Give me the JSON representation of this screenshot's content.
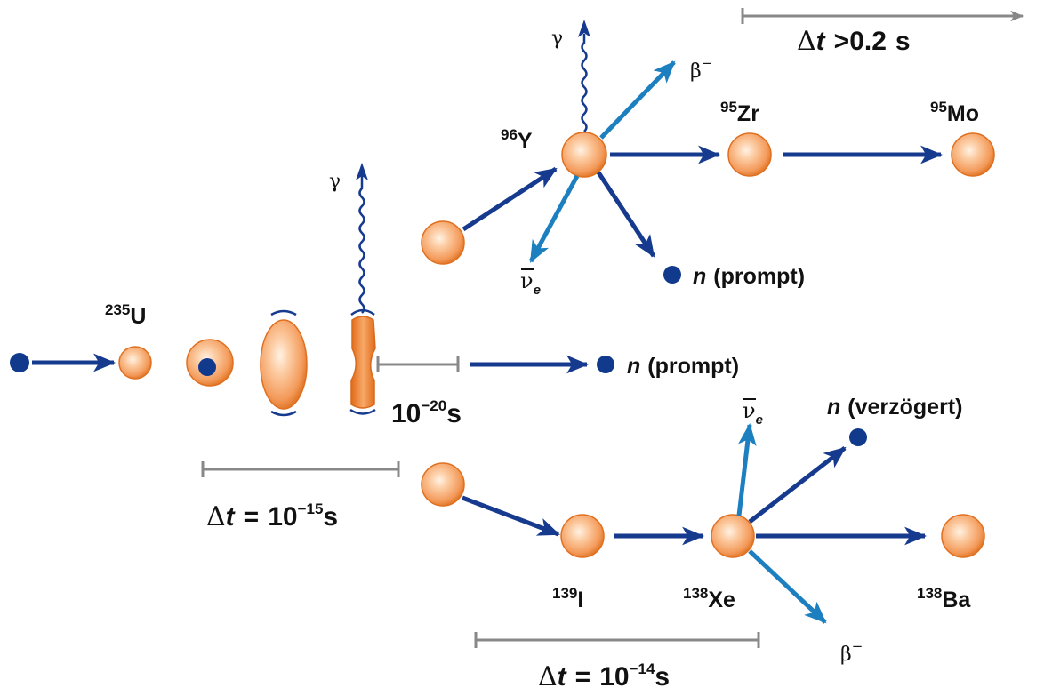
{
  "colors": {
    "nucleus_light": "#fde0c4",
    "nucleus_mid": "#f6a56b",
    "nucleus_dark": "#e0701f",
    "neutron": "#123a8c",
    "arrow_dark": "#163a8e",
    "arrow_light": "#1c7fc0",
    "timeline": "#888888",
    "text": "#111111"
  },
  "nuclides": {
    "u235": {
      "mass": "235",
      "symbol": "U"
    },
    "y96": {
      "mass": "96",
      "symbol": "Y"
    },
    "zr95": {
      "mass": "95",
      "symbol": "Zr"
    },
    "mo95": {
      "mass": "95",
      "symbol": "Mo"
    },
    "i139": {
      "mass": "139",
      "symbol": "I"
    },
    "xe138": {
      "mass": "138",
      "symbol": "Xe"
    },
    "ba138": {
      "mass": "138",
      "symbol": "Ba"
    }
  },
  "particles": {
    "gamma": "γ",
    "beta_minus_base": "β",
    "beta_minus_sign": "−",
    "antineutrino": "ν",
    "antineutrino_sub": "e",
    "neutron_prompt_upper": {
      "n": "n",
      "text": "(prompt)"
    },
    "neutron_prompt_mid": {
      "n": "n",
      "text": "(prompt)"
    },
    "neutron_delayed": {
      "n": "n",
      "text": "(verzögert)"
    }
  },
  "timings": {
    "scission": {
      "base": "10",
      "exp": "−20",
      "unit": "s"
    },
    "deformation": {
      "delta": "Δ",
      "t": "t",
      "eq": "=",
      "base": "10",
      "exp": "−15",
      "unit": "s"
    },
    "decay_fast": {
      "delta": "Δ",
      "t": "t",
      "eq": "=",
      "base": "10",
      "exp": "−14",
      "unit": "s"
    },
    "decay_slow": {
      "delta": "Δ",
      "t": "t",
      "rel": ">0.2",
      "unit": "s"
    }
  }
}
